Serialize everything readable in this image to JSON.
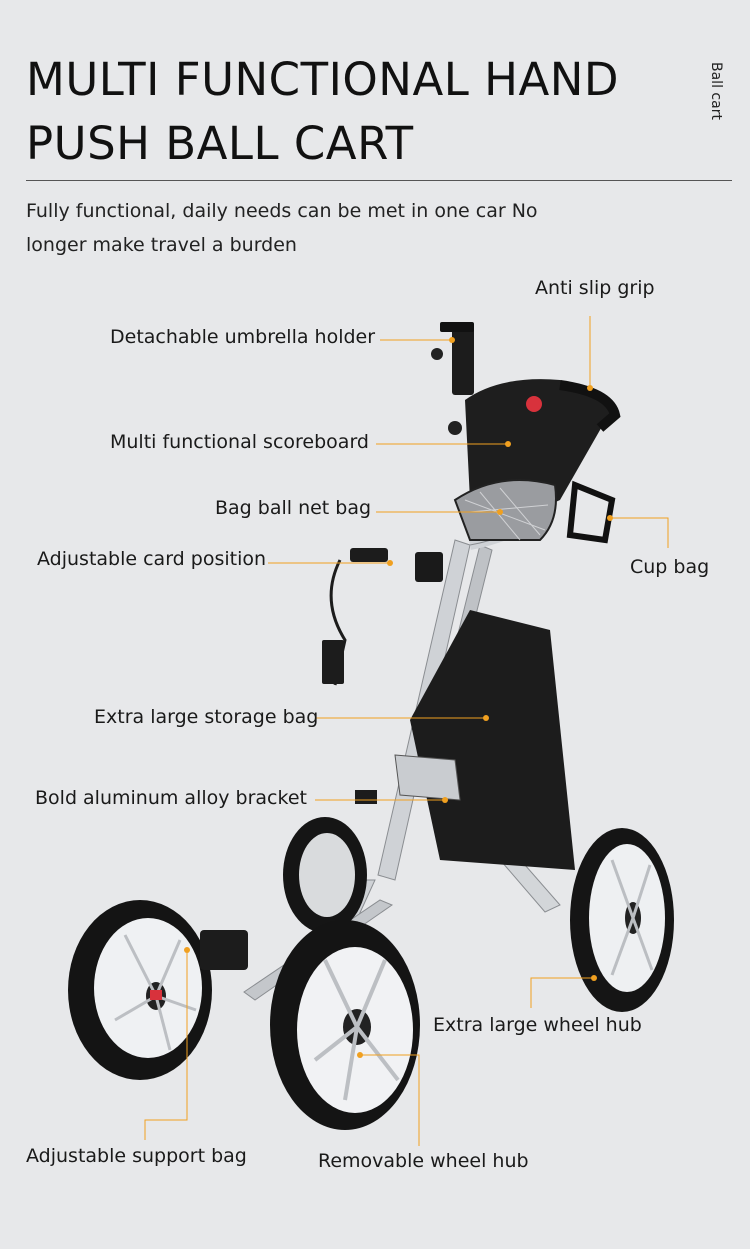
{
  "header": {
    "title_line1": "MULTI FUNCTIONAL HAND",
    "title_line2": "PUSH BALL CART",
    "side_tag": "Ball cart",
    "subtitle_line1": "Fully functional, daily needs can be met in one car No",
    "subtitle_line2": "longer make travel a burden"
  },
  "labels": {
    "anti_slip_grip": "Anti slip grip",
    "umbrella_holder": "Detachable umbrella holder",
    "scoreboard": "Multi functional scoreboard",
    "net_bag": "Bag ball net bag",
    "card_position": "Adjustable card position",
    "cup_bag": "Cup bag",
    "storage_bag": "Extra large storage bag",
    "bracket": "Bold aluminum alloy bracket",
    "wheel_hub": "Extra large wheel hub",
    "support_bag": "Adjustable support bag",
    "removable_wheel": "Removable wheel hub"
  },
  "colors": {
    "background": "#e7e8ea",
    "leader_line": "#f0a020",
    "cart_frame": "#c8cbcf",
    "cart_dark": "#1c1c1c",
    "wheel_face": "#f2f3f4"
  }
}
